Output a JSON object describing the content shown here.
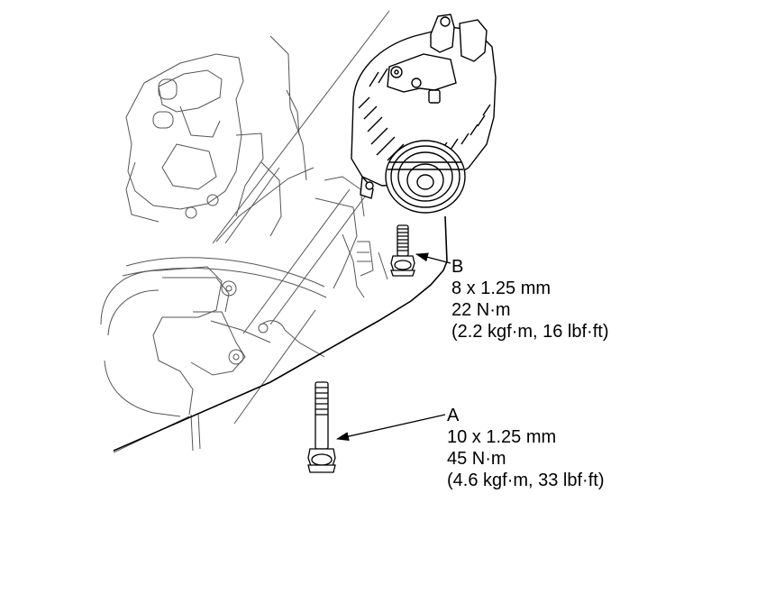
{
  "callouts": {
    "b": {
      "letter": "B",
      "size": "8 x 1.25 mm",
      "torque_nm": "22 N·m",
      "torque_alt": "(2.2 kgf·m, 16 lbf·ft)"
    },
    "a": {
      "letter": "A",
      "size": "10 x 1.25 mm",
      "torque_nm": "45 N·m",
      "torque_alt": "(4.6 kgf·m, 33 lbf·ft)"
    }
  },
  "colors": {
    "ink": "#000000",
    "paper": "#ffffff",
    "light_ink": "#555555"
  },
  "icons": [
    "alternator-icon",
    "bolt-icon",
    "engine-block-icon",
    "leader-arrow-icon"
  ]
}
